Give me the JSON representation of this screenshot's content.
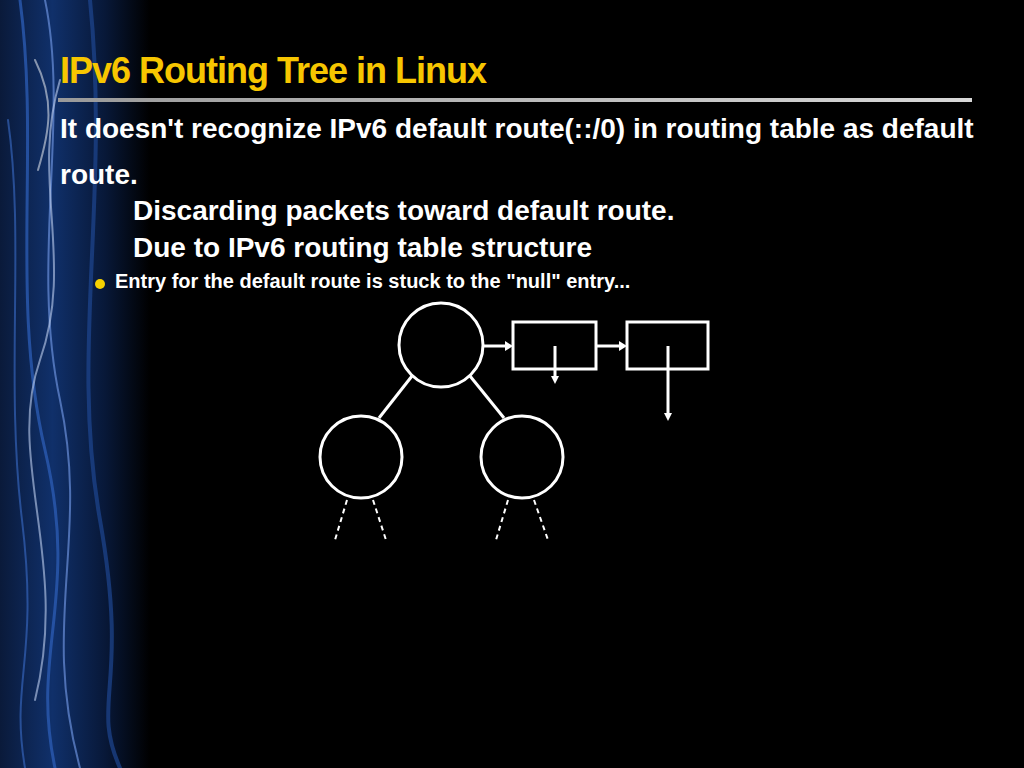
{
  "diagram": {
    "title": "IPv6 Routing Tree in Linux",
    "labels": [
      "It doesn't recognize IPv6 default route(::/0) in routing table as default route.",
      "Discarding packets toward default route.",
      "Due to IPv6 routing table structure",
      "Entry for the default route is stuck to the \"null\" entry..."
    ]
  }
}
